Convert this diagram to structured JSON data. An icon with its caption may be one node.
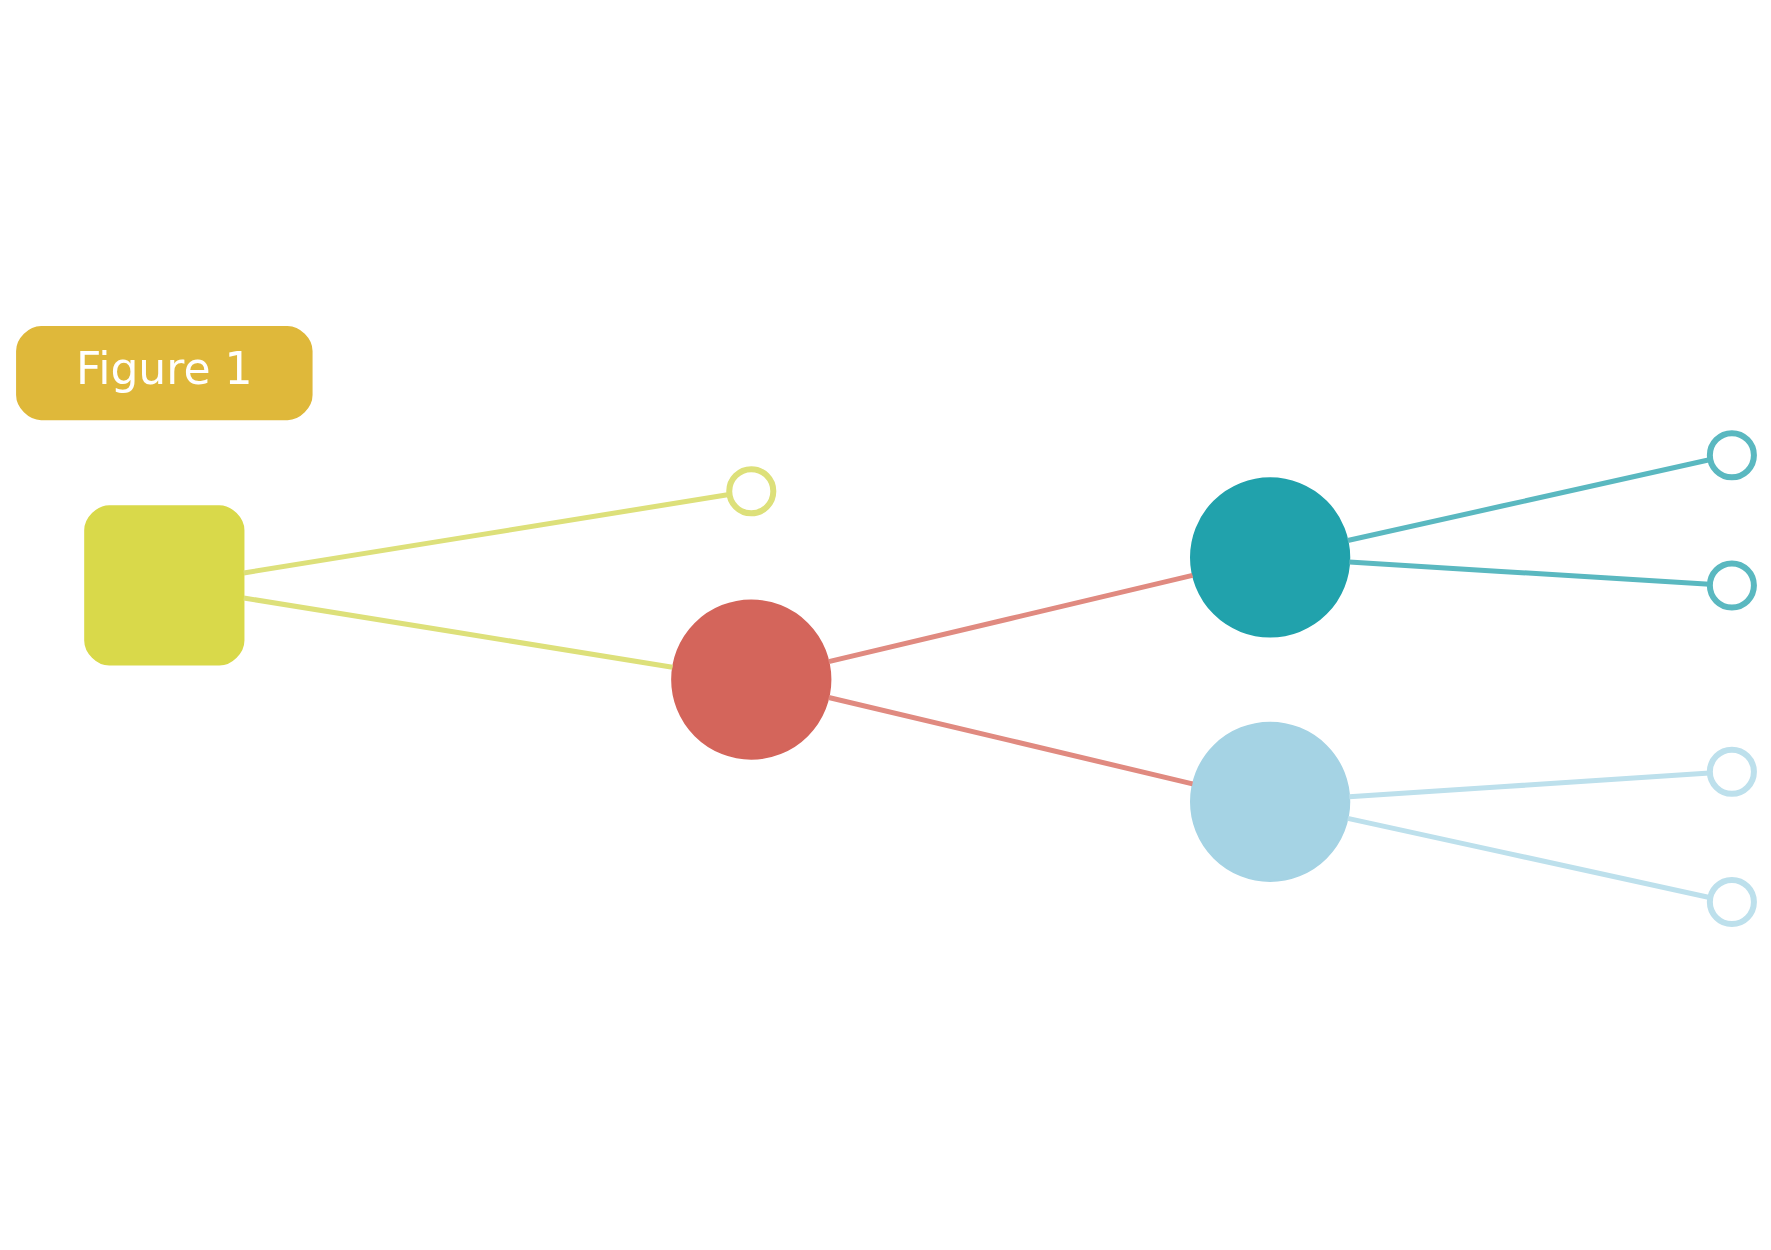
{
  "diagram": {
    "nodes": [
      {
        "text": [
          "Figure 1"
        ]
      },
      {
        "text": [],
        "shape": "box"
      },
      {
        "text": [],
        "shape": "circle"
      },
      {
        "text": [],
        "shape": "circle"
      },
      {
        "text": [],
        "shape": "circle"
      },
      {
        "text": [],
        "shape": "circle"
      },
      {
        "text": [],
        "shape": "circle"
      },
      {
        "text": [],
        "shape": "circle"
      },
      {
        "text": [],
        "shape": "circle"
      },
      {
        "text": [],
        "shape": "circle"
      }
    ],
    "edges": [
      {
        "from": 1,
        "to": 2,
        "arrow": "none",
        "color": "#dde07a"
      },
      {
        "from": 1,
        "to": 3,
        "arrow": "none",
        "color": "#dde07a"
      },
      {
        "from": 3,
        "to": 4,
        "arrow": "none",
        "color": "#e08a80"
      },
      {
        "from": 3,
        "to": 5,
        "arrow": "none",
        "color": "#e08a80"
      },
      {
        "from": 4,
        "to": 6,
        "arrow": "none",
        "color": "#5ab8c0"
      },
      {
        "from": 4,
        "to": 7,
        "arrow": "none",
        "color": "#5ab8c0"
      },
      {
        "from": 5,
        "to": 8,
        "arrow": "none",
        "color": "#bde0ec"
      },
      {
        "from": 5,
        "to": 9,
        "arrow": "none",
        "color": "#bde0ec"
      }
    ]
  }
}
